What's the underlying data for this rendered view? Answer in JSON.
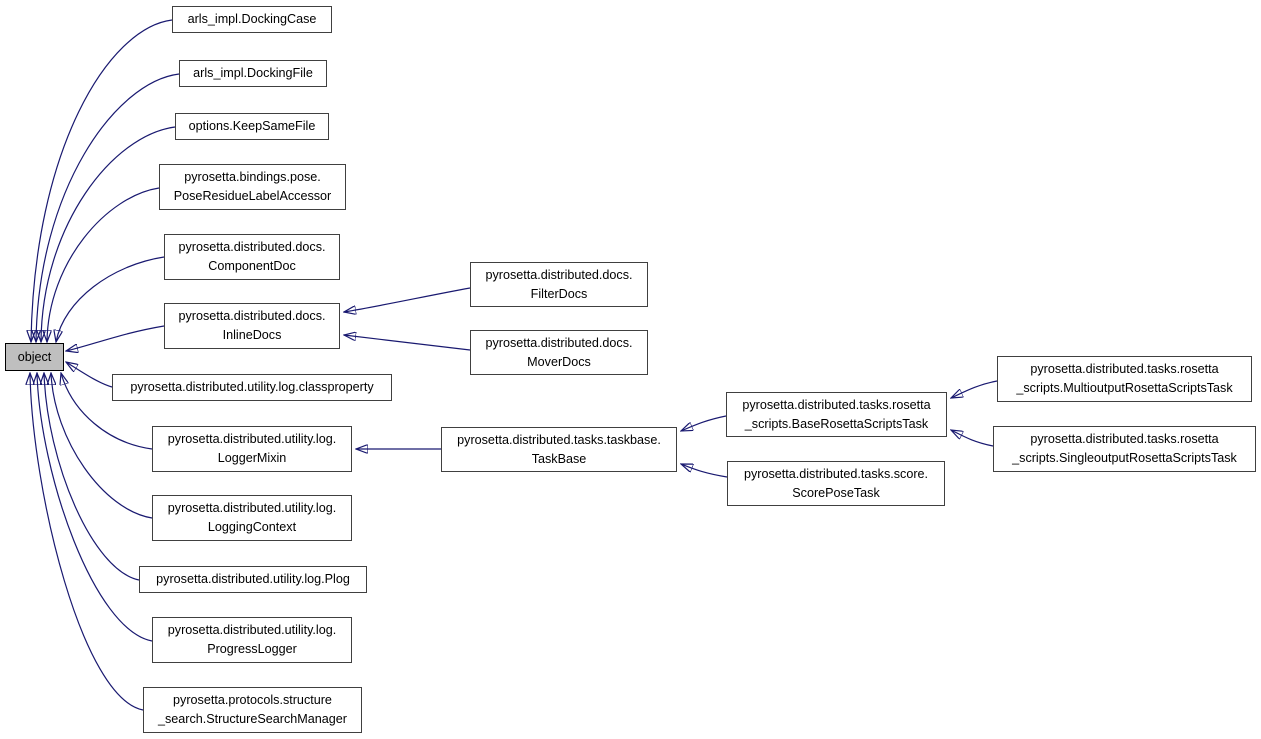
{
  "diagram": {
    "type": "inheritance-graph",
    "root": "object",
    "colors": {
      "edge": "#191970",
      "node_border": "#404040",
      "node_fill": "#ffffff",
      "root_fill": "#bfbfbf",
      "text": "#000000"
    },
    "nodes": {
      "object": {
        "lines": [
          "object"
        ]
      },
      "dockingCase": {
        "lines": [
          "arls_impl.DockingCase"
        ]
      },
      "dockingFile": {
        "lines": [
          "arls_impl.DockingFile"
        ]
      },
      "keepSameFile": {
        "lines": [
          "options.KeepSameFile"
        ]
      },
      "poseResidueLabelAccessor": {
        "lines": [
          "pyrosetta.bindings.pose.",
          "PoseResidueLabelAccessor"
        ]
      },
      "componentDoc": {
        "lines": [
          "pyrosetta.distributed.docs.",
          "ComponentDoc"
        ]
      },
      "inlineDocs": {
        "lines": [
          "pyrosetta.distributed.docs.",
          "InlineDocs"
        ]
      },
      "classproperty": {
        "lines": [
          "pyrosetta.distributed.utility.log.classproperty"
        ]
      },
      "loggerMixin": {
        "lines": [
          "pyrosetta.distributed.utility.log.",
          "LoggerMixin"
        ]
      },
      "loggingContext": {
        "lines": [
          "pyrosetta.distributed.utility.log.",
          "LoggingContext"
        ]
      },
      "plog": {
        "lines": [
          "pyrosetta.distributed.utility.log.Plog"
        ]
      },
      "progressLogger": {
        "lines": [
          "pyrosetta.distributed.utility.log.",
          "ProgressLogger"
        ]
      },
      "structureSearchManager": {
        "lines": [
          "pyrosetta.protocols.structure",
          "_search.StructureSearchManager"
        ]
      },
      "filterDocs": {
        "lines": [
          "pyrosetta.distributed.docs.",
          "FilterDocs"
        ]
      },
      "moverDocs": {
        "lines": [
          "pyrosetta.distributed.docs.",
          "MoverDocs"
        ]
      },
      "taskBase": {
        "lines": [
          "pyrosetta.distributed.tasks.taskbase.",
          "TaskBase"
        ]
      },
      "baseRosettaScriptsTask": {
        "lines": [
          "pyrosetta.distributed.tasks.rosetta",
          "_scripts.BaseRosettaScriptsTask"
        ]
      },
      "scorePoseTask": {
        "lines": [
          "pyrosetta.distributed.tasks.score.",
          "ScorePoseTask"
        ]
      },
      "multioutputRosettaScriptsTask": {
        "lines": [
          "pyrosetta.distributed.tasks.rosetta",
          "_scripts.MultioutputRosettaScriptsTask"
        ]
      },
      "singleoutputRosettaScriptsTask": {
        "lines": [
          "pyrosetta.distributed.tasks.rosetta",
          "_scripts.SingleoutputRosettaScriptsTask"
        ]
      }
    },
    "edges": [
      {
        "from": "arls_impl.DockingCase",
        "to": "object"
      },
      {
        "from": "arls_impl.DockingFile",
        "to": "object"
      },
      {
        "from": "options.KeepSameFile",
        "to": "object"
      },
      {
        "from": "pyrosetta.bindings.pose.PoseResidueLabelAccessor",
        "to": "object"
      },
      {
        "from": "pyrosetta.distributed.docs.ComponentDoc",
        "to": "object"
      },
      {
        "from": "pyrosetta.distributed.docs.InlineDocs",
        "to": "object"
      },
      {
        "from": "pyrosetta.distributed.utility.log.classproperty",
        "to": "object"
      },
      {
        "from": "pyrosetta.distributed.utility.log.LoggerMixin",
        "to": "object"
      },
      {
        "from": "pyrosetta.distributed.utility.log.LoggingContext",
        "to": "object"
      },
      {
        "from": "pyrosetta.distributed.utility.log.Plog",
        "to": "object"
      },
      {
        "from": "pyrosetta.distributed.utility.log.ProgressLogger",
        "to": "object"
      },
      {
        "from": "pyrosetta.protocols.structure_search.StructureSearchManager",
        "to": "object"
      },
      {
        "from": "pyrosetta.distributed.docs.FilterDocs",
        "to": "pyrosetta.distributed.docs.InlineDocs"
      },
      {
        "from": "pyrosetta.distributed.docs.MoverDocs",
        "to": "pyrosetta.distributed.docs.InlineDocs"
      },
      {
        "from": "pyrosetta.distributed.tasks.taskbase.TaskBase",
        "to": "pyrosetta.distributed.utility.log.LoggerMixin"
      },
      {
        "from": "pyrosetta.distributed.tasks.rosetta_scripts.BaseRosettaScriptsTask",
        "to": "pyrosetta.distributed.tasks.taskbase.TaskBase"
      },
      {
        "from": "pyrosetta.distributed.tasks.score.ScorePoseTask",
        "to": "pyrosetta.distributed.tasks.taskbase.TaskBase"
      },
      {
        "from": "pyrosetta.distributed.tasks.rosetta_scripts.MultioutputRosettaScriptsTask",
        "to": "pyrosetta.distributed.tasks.rosetta_scripts.BaseRosettaScriptsTask"
      },
      {
        "from": "pyrosetta.distributed.tasks.rosetta_scripts.SingleoutputRosettaScriptsTask",
        "to": "pyrosetta.distributed.tasks.rosetta_scripts.BaseRosettaScriptsTask"
      }
    ]
  }
}
